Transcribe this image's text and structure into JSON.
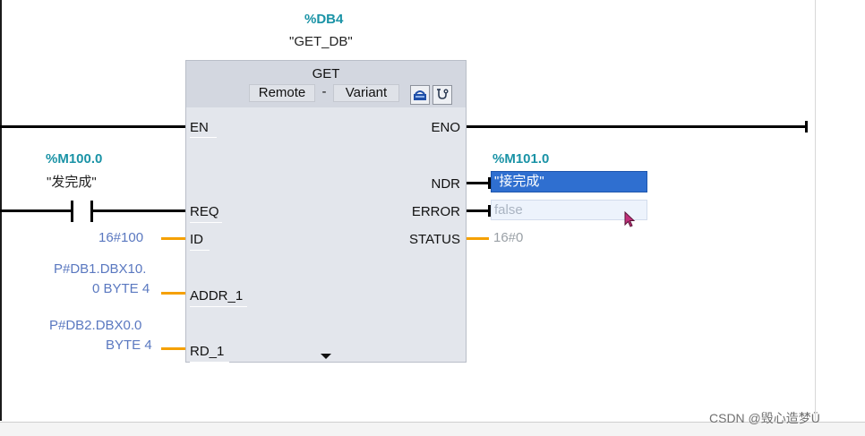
{
  "instance": {
    "db_tag": "%DB4",
    "db_name": "\"GET_DB\""
  },
  "block": {
    "title": "GET",
    "options": [
      "Remote",
      "-",
      "Variant"
    ],
    "icons": [
      "connection-config-icon",
      "diagnostics-stethoscope-icon"
    ]
  },
  "inputs": {
    "en": "EN",
    "req": "REQ",
    "id": "ID",
    "addr_1": "ADDR_1",
    "rd_1": "RD_1"
  },
  "outputs": {
    "eno": "ENO",
    "ndr": "NDR",
    "error": "ERROR",
    "status": "STATUS"
  },
  "operands": {
    "req_tag": "%M100.0",
    "req_symbol": "\"发完成\"",
    "id_value": "16#100",
    "addr_1_line1": "P#DB1.DBX10.",
    "addr_1_line2": "0 BYTE 4",
    "rd_1_line1": "P#DB2.DBX0.0",
    "rd_1_line2": "BYTE 4",
    "ndr_tag": "%M101.0",
    "ndr_symbol": "\"接完成\"",
    "error_value": "false",
    "status_value": "16#0"
  },
  "colors": {
    "tag": "#1a93a6",
    "operand": "#5a78c0",
    "wire_param": "#f5a000",
    "selection": "#2f6fd0"
  },
  "watermark": "CSDN @毁心造梦Ü"
}
